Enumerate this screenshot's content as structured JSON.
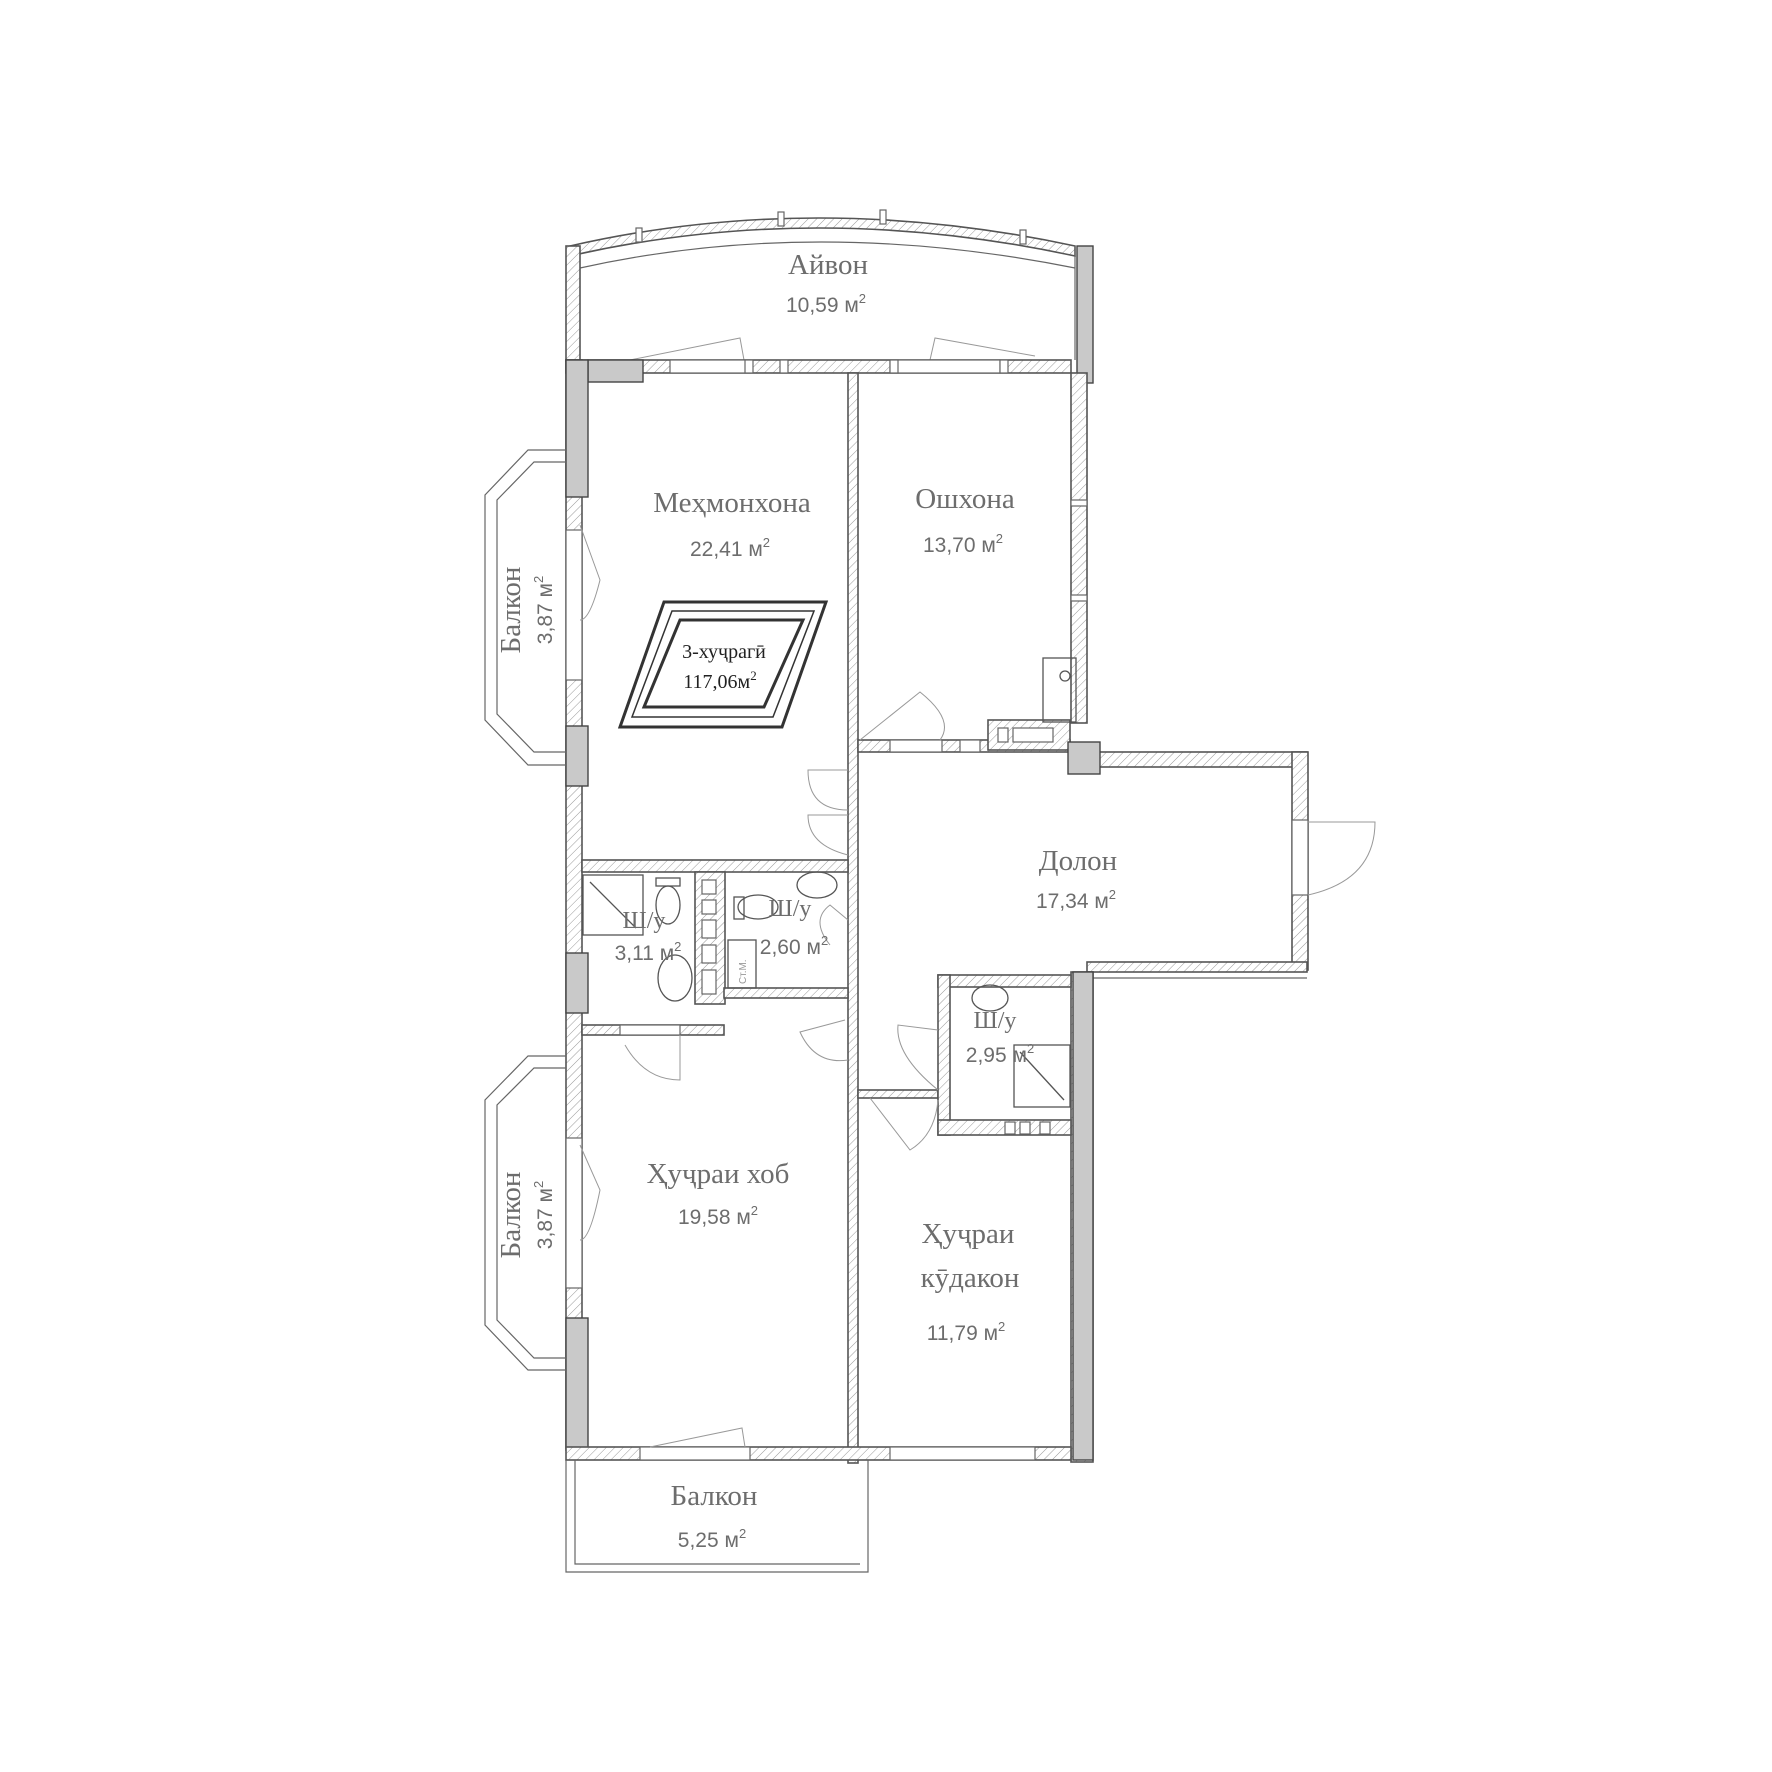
{
  "rooms": {
    "aivon": {
      "name": "Айвон",
      "area": "10,59 м",
      "unit_sup": "2"
    },
    "mehmonkhona": {
      "name": "Меҳмонхона",
      "area": "22,41 м",
      "unit_sup": "2"
    },
    "oshkhona": {
      "name": "Ошхона",
      "area": "13,70 м",
      "unit_sup": "2"
    },
    "balkon_top": {
      "name": "Балкон",
      "area": "3,87 м",
      "unit_sup": "2"
    },
    "dolon": {
      "name": "Долон",
      "area": "17,34 м",
      "unit_sup": "2"
    },
    "shu_1": {
      "name": "Ш/у",
      "area": "3,11 м",
      "unit_sup": "2"
    },
    "shu_2": {
      "name": "Ш/у",
      "area": "2,60 м",
      "unit_sup": "2"
    },
    "shu_3": {
      "name": "Ш/у",
      "area": "2,95 м",
      "unit_sup": "2"
    },
    "khob": {
      "name": "Ҳуҷраи хоб",
      "area": "19,58 м",
      "unit_sup": "2"
    },
    "kudakon": {
      "name_line1": "Ҳуҷраи",
      "name_line2": "кӯдакон",
      "area": "11,79 м",
      "unit_sup": "2"
    },
    "balkon_mid": {
      "name": "Балкон",
      "area": "3,87 м",
      "unit_sup": "2"
    },
    "balkon_bottom": {
      "name": "Балкон",
      "area": "5,25 м",
      "unit_sup": "2"
    }
  },
  "badge": {
    "title": "3-хуҷрагӣ",
    "total": "117,06м",
    "unit_sup": "2"
  },
  "riser_label": "Ст.М.",
  "colors": {
    "wall_stroke": "#555555",
    "wall_fill": "#c9c9c9",
    "text": "#6d6d6d"
  }
}
